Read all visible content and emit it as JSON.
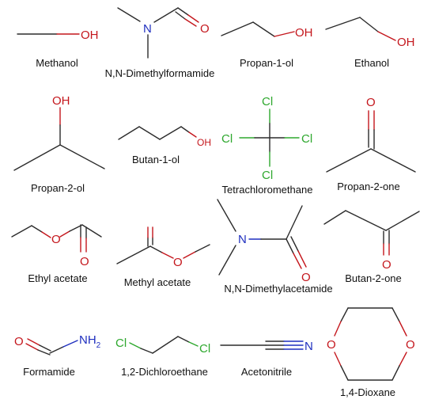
{
  "colors": {
    "oxygen": "#c4161c",
    "nitrogen": "#1f2fbf",
    "chlorine": "#2ea82e",
    "bond": "#2b2b2b",
    "label": "#111111"
  },
  "atoms": {
    "oh": "OH",
    "o": "O",
    "n": "N",
    "cl": "Cl",
    "nh": "NH",
    "two": "2"
  },
  "molecules": [
    {
      "name": "Methanol"
    },
    {
      "name": "N,N-Dimethylformamide"
    },
    {
      "name": "Propan-1-ol"
    },
    {
      "name": "Ethanol"
    },
    {
      "name": "Propan-2-ol"
    },
    {
      "name": "Butan-1-ol"
    },
    {
      "name": "Tetrachloromethane"
    },
    {
      "name": "Propan-2-one"
    },
    {
      "name": "Ethyl acetate"
    },
    {
      "name": "Methyl acetate"
    },
    {
      "name": "N,N-Dimethylacetamide"
    },
    {
      "name": "Butan-2-one"
    },
    {
      "name": "Formamide"
    },
    {
      "name": "1,2-Dichloroethane"
    },
    {
      "name": "Acetonitrile"
    },
    {
      "name": "1,4-Dioxane"
    }
  ]
}
